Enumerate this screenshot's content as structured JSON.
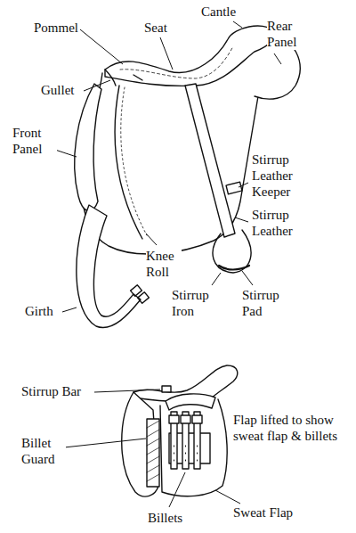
{
  "diagram": {
    "labels": [
      "Pommel",
      "Seat",
      "Cantle",
      "Rear Panel",
      "Gullet",
      "Front Panel",
      "Stirrup Leather Keeper",
      "Stirrup Leather",
      "Knee Roll",
      "Girth",
      "Stirrup Iron",
      "Stirrup Pad",
      "Stirrup Bar",
      "Billet Guard",
      "Flap lifted to show sweat flap & billets",
      "Billets",
      "Sweat Flap"
    ]
  }
}
